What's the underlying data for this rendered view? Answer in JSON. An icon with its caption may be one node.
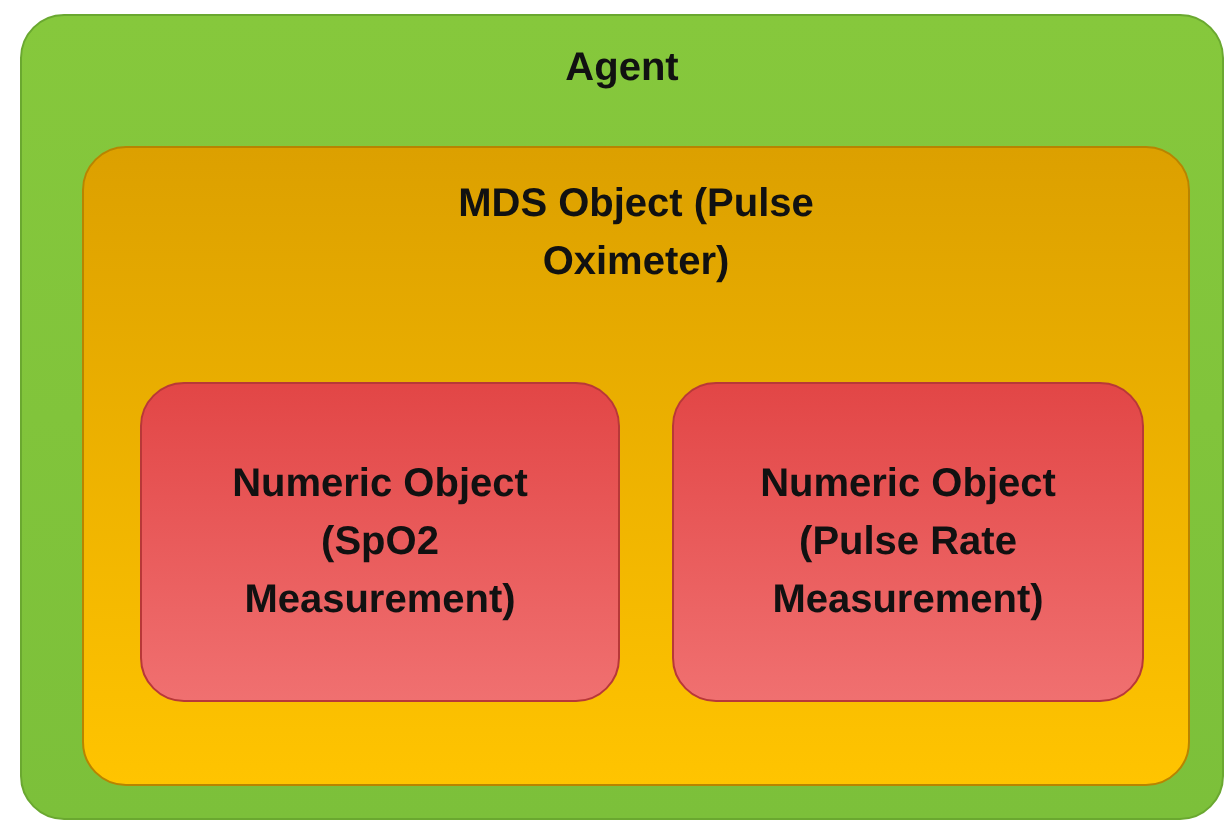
{
  "diagram": {
    "nodes": [
      {
        "text": [
          "Agent"
        ]
      },
      {
        "text": [
          "MDS Object (Pulse Oximeter)"
        ],
        "in": 0
      },
      {
        "text": [
          "Numeric Object (SpO2 Measurement)"
        ],
        "in": 1
      },
      {
        "text": [
          "Numeric Object (Pulse Rate Measurement)"
        ],
        "in": 1
      }
    ]
  }
}
